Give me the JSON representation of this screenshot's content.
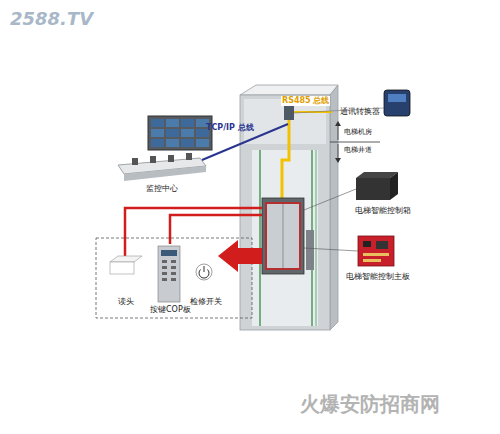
{
  "diagram": {
    "nodes": [
      {
        "text": [
          "监控中心"
        ]
      },
      {
        "text": [
          "通讯转换器"
        ]
      },
      {
        "text": [
          "电梯智能控制箱"
        ]
      },
      {
        "text": [
          "电梯智能控制主板"
        ]
      },
      {
        "text": [
          "读头"
        ]
      },
      {
        "text": [
          "按键COP板"
        ]
      },
      {
        "text": [
          "检修开关"
        ]
      }
    ],
    "labels": [
      "2588.TV",
      "TCP/IP 总线",
      "RS485 总线",
      "电梯机房",
      "电梯井道",
      "火爆安防招商网"
    ]
  }
}
